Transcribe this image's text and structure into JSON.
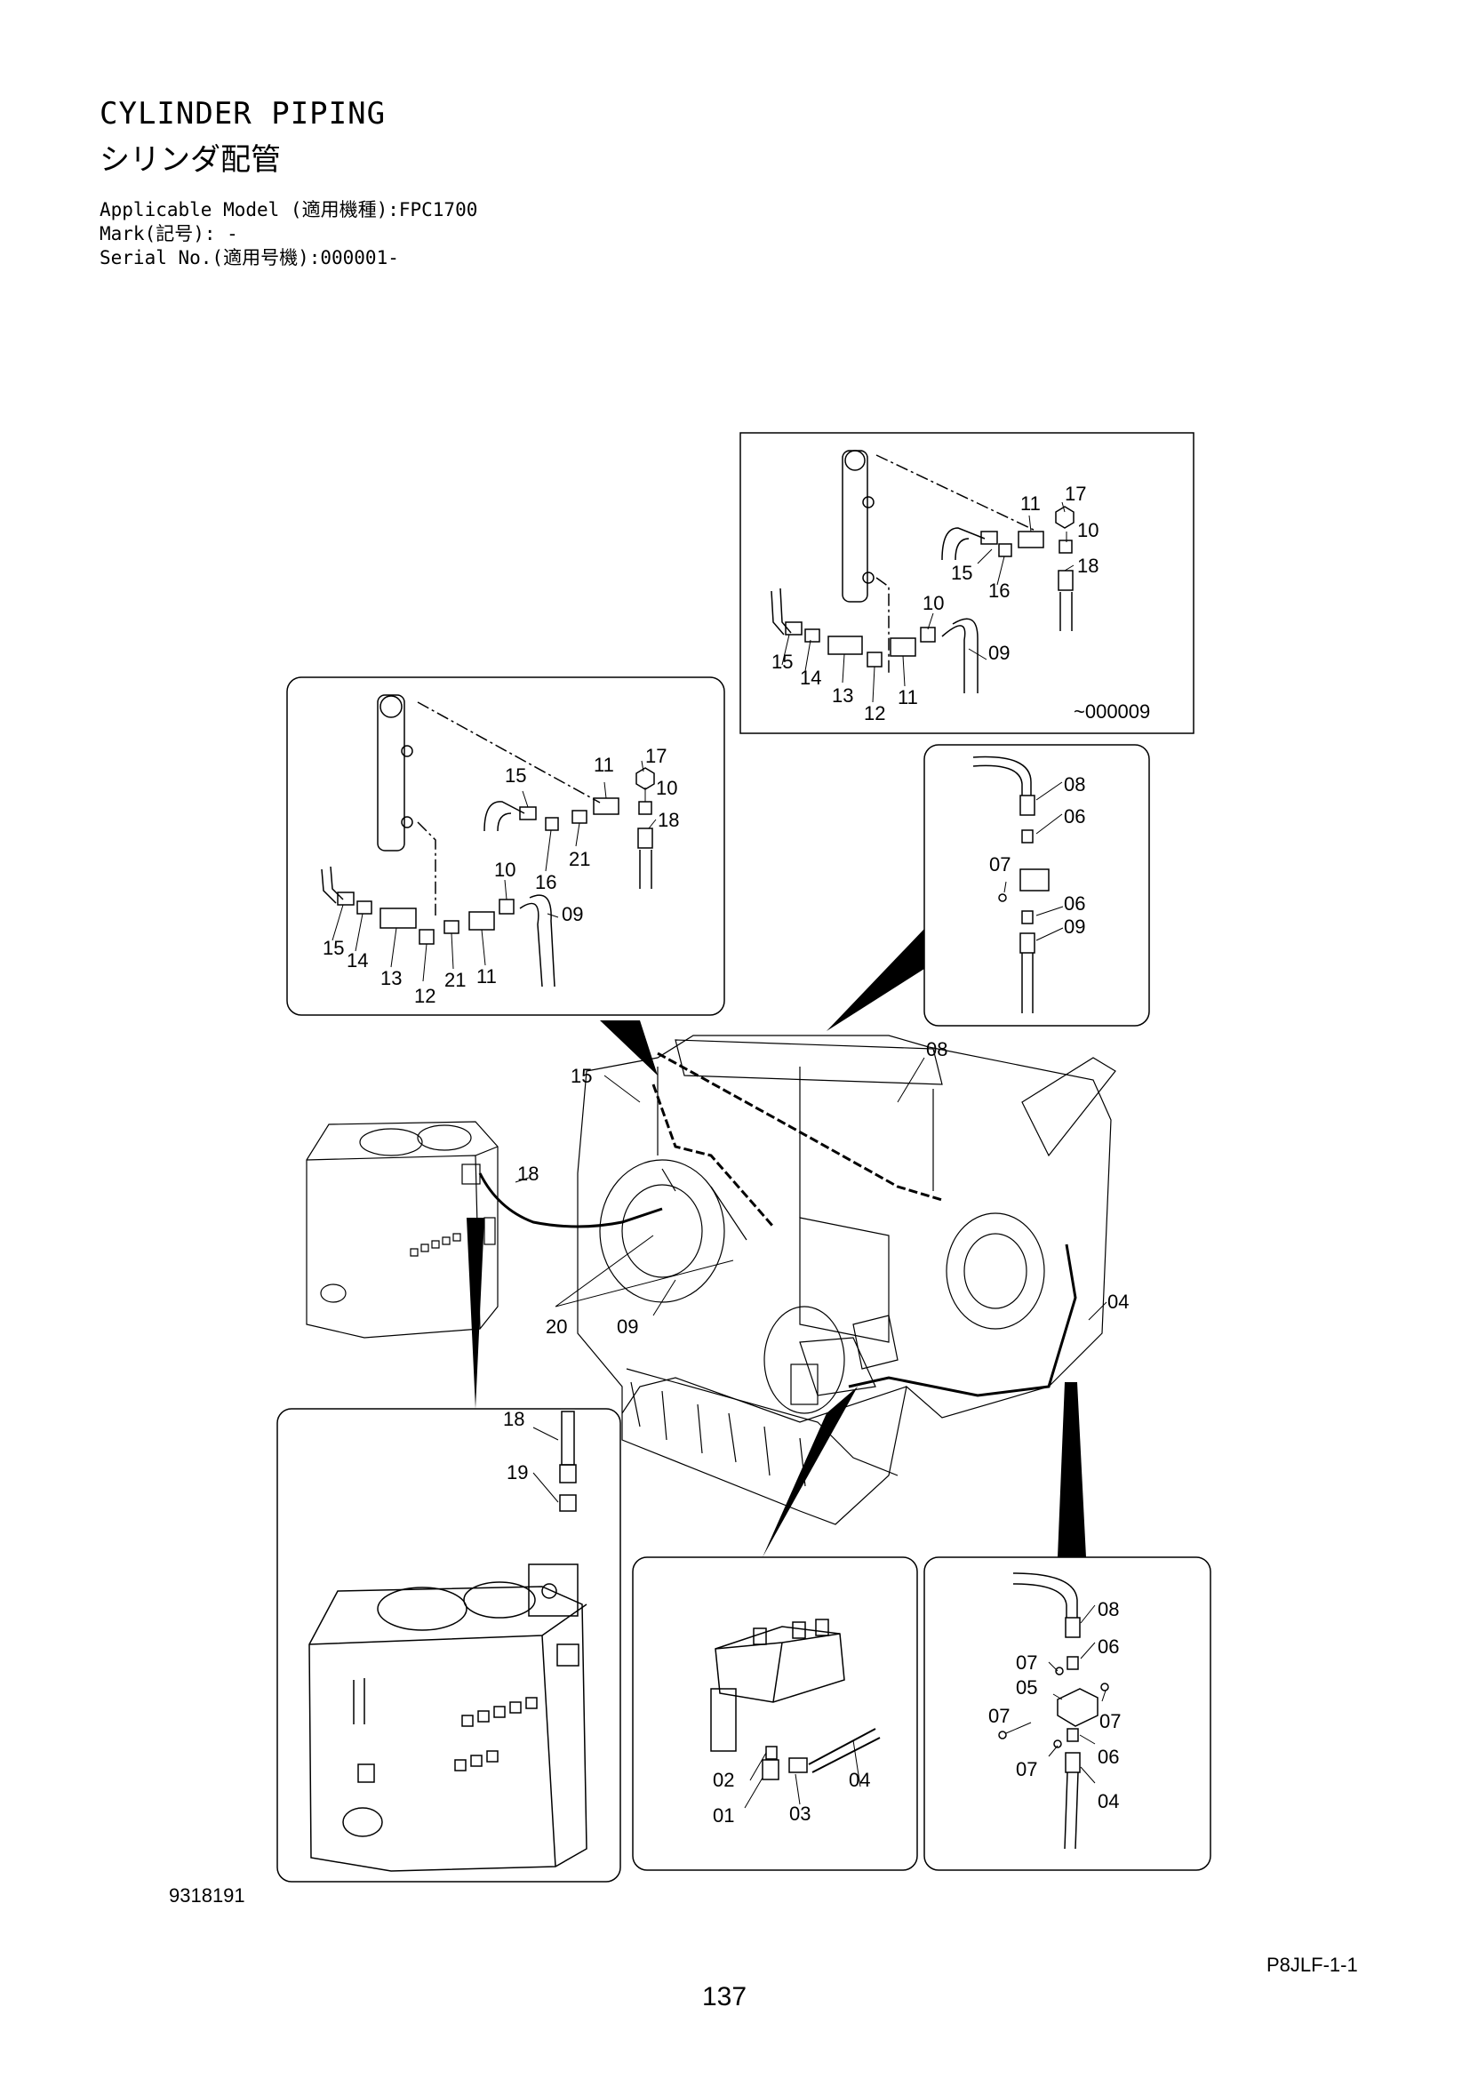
{
  "header": {
    "title_en": "CYLINDER PIPING",
    "title_jp": "シリンダ配管",
    "applicable_model": "Applicable Model (適用機種):FPC1700",
    "mark": "Mark(記号): -",
    "serial_no": "Serial No.(適用号機):000001-"
  },
  "inset_top_right": {
    "serial_range": "~000009",
    "labels": [
      "11",
      "17",
      "10",
      "18",
      "15",
      "16",
      "10",
      "09",
      "15",
      "14",
      "13",
      "12",
      "11"
    ]
  },
  "inset_top_left": {
    "labels": [
      "11",
      "17",
      "15",
      "10",
      "18",
      "16",
      "21",
      "10",
      "09",
      "15",
      "14",
      "13",
      "12",
      "21",
      "11"
    ]
  },
  "inset_mid_right": {
    "labels": [
      "08",
      "06",
      "07",
      "06",
      "09"
    ]
  },
  "main_view": {
    "labels": [
      "08",
      "15",
      "18",
      "20",
      "09",
      "04"
    ]
  },
  "inset_bottom_left": {
    "labels": [
      "18",
      "19"
    ]
  },
  "inset_bottom_mid": {
    "labels": [
      "02",
      "04",
      "01",
      "03"
    ]
  },
  "inset_bottom_right": {
    "labels": [
      "08",
      "06",
      "07",
      "05",
      "07",
      "07",
      "07",
      "06",
      "04"
    ]
  },
  "footer": {
    "drawing_no": "9318191",
    "ref_code": "P8JLF-1-1",
    "page_number": "137"
  }
}
